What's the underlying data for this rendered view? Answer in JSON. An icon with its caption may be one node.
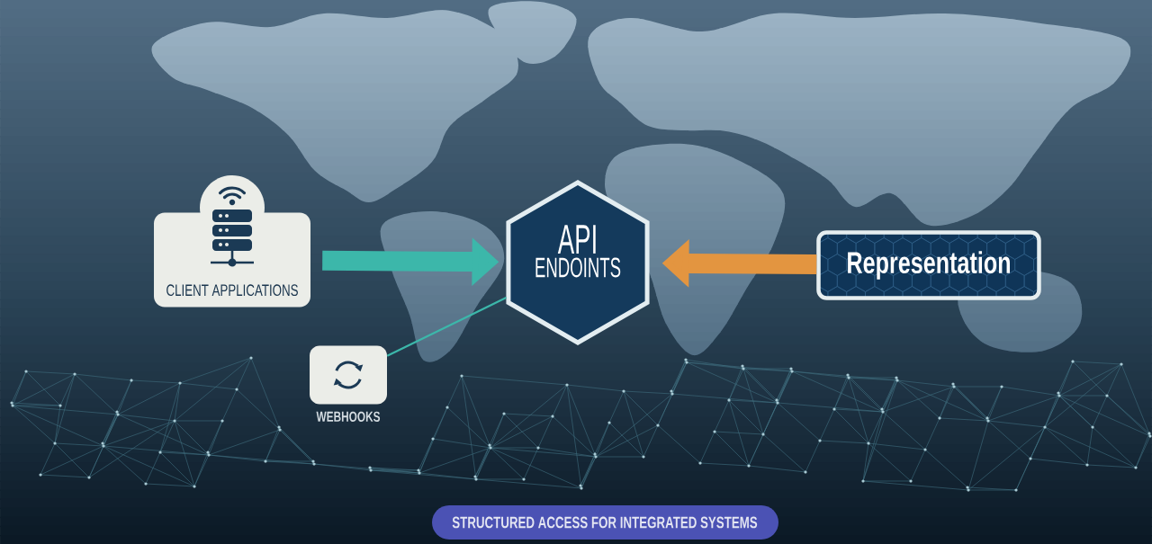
{
  "diagram": {
    "caption": "STRUCTURED ACCESS FOR INTEGRATED SYSTEMS",
    "nodes": [
      {
        "text": [
          "CLIENT APPLICATIONS"
        ]
      },
      {
        "text": [
          "API",
          "ENDOINTS"
        ]
      },
      {
        "text": [
          "Representation"
        ]
      },
      {
        "text": [
          "WEBHOOKS"
        ]
      }
    ],
    "edges": [
      {
        "from": 0,
        "to": 1,
        "arrow": "to"
      },
      {
        "from": 2,
        "to": 1,
        "arrow": "to",
        "color": "#e39540"
      },
      {
        "from": 3,
        "to": 1,
        "arrow": "none"
      }
    ]
  }
}
